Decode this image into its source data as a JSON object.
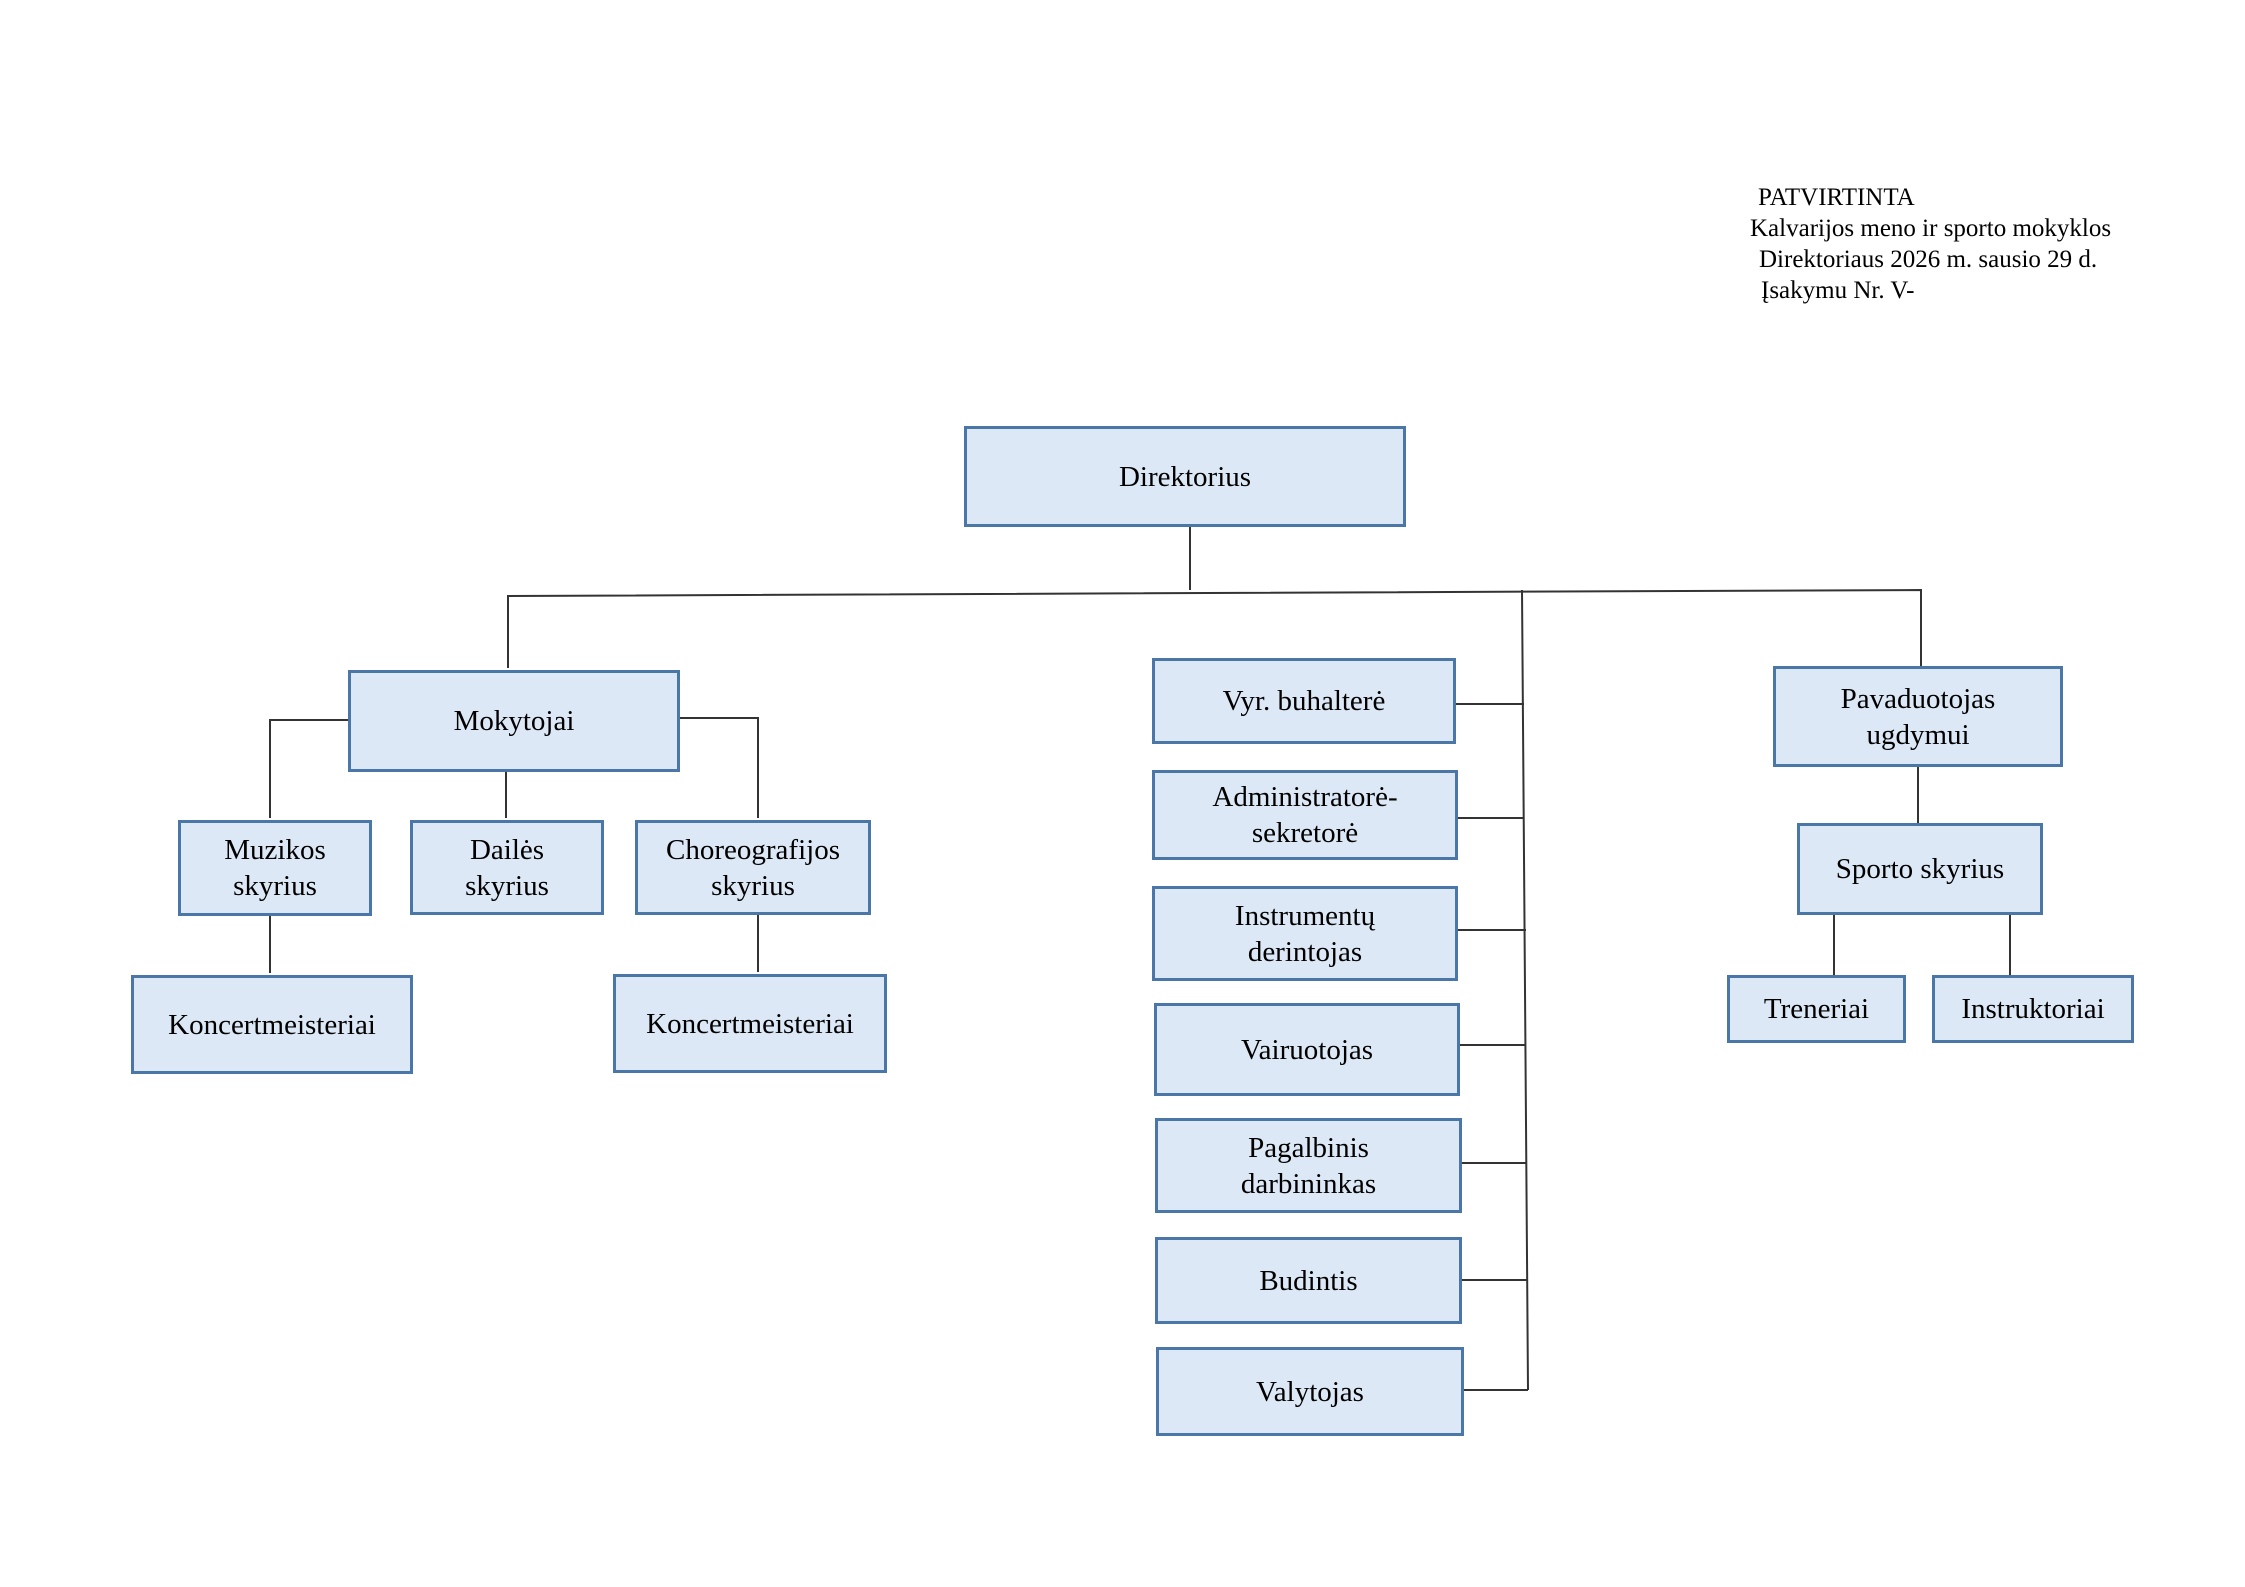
{
  "approval": {
    "line1": "PATVIRTINTA",
    "line2": "Kalvarijos meno ir sporto mokyklos",
    "line3": "Direktoriaus 2026 m. sausio 29 d.",
    "line4": "Įsakymu Nr. V-"
  },
  "org": {
    "director": "Direktorius",
    "teachers": "Mokytojai",
    "music": "Muzikos skyrius",
    "art": "Dailės skyrius",
    "choreo": "Choreografijos skyrius",
    "accomp_music": "Koncertmeisteriai",
    "accomp_choreo": "Koncertmeisteriai",
    "accountant": "Vyr. buhalterė",
    "admin": "Administratorė-sekretorė",
    "tuner": "Instrumentų derintojas",
    "driver": "Vairuotojas",
    "helper": "Pagalbinis darbininkas",
    "duty": "Budintis",
    "cleaner": "Valytojas",
    "deputy": "Pavaduotojas ugdymui",
    "sport": "Sporto skyrius",
    "coaches": "Treneriai",
    "instructors": "Instruktoriai"
  },
  "colors": {
    "box_fill": "#dce8f5",
    "box_border": "#4a76a8",
    "line": "#333333"
  }
}
